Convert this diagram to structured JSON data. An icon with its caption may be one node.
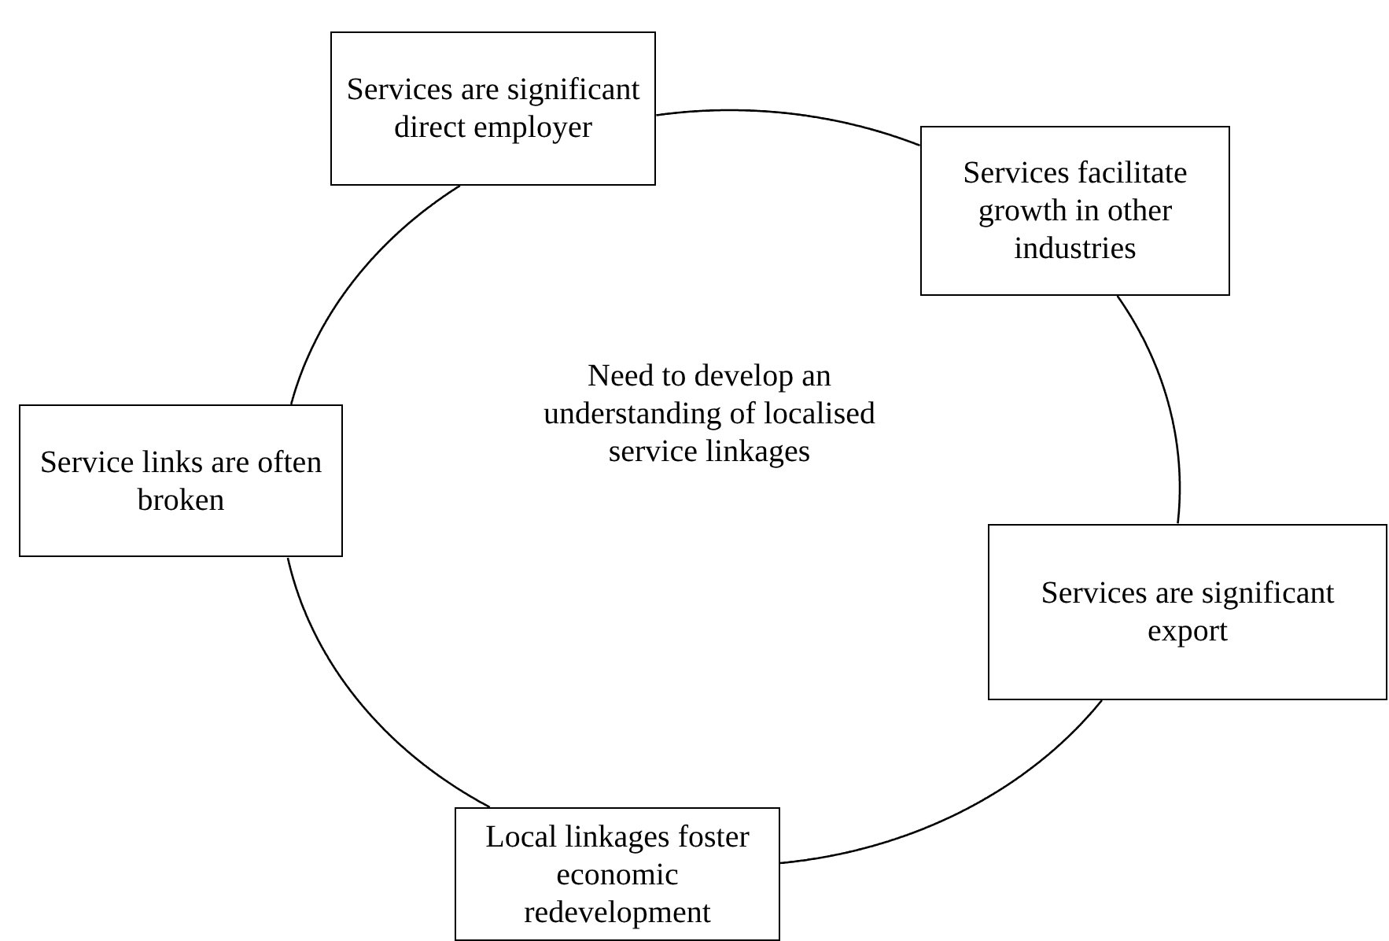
{
  "diagram": {
    "nodes": [
      {
        "text": [
          "Services are significant direct employer"
        ]
      },
      {
        "text": [
          "Services facilitate growth in other industries"
        ]
      },
      {
        "text": [
          "Service links are often broken"
        ]
      },
      {
        "text": [
          "Services are significant export"
        ]
      },
      {
        "text": [
          "Local linkages foster economic redevelopment"
        ]
      }
    ],
    "edges": [
      {
        "from": 0,
        "to": 1,
        "arrow": "none"
      },
      {
        "from": 1,
        "to": 3,
        "arrow": "none"
      },
      {
        "from": 3,
        "to": 4,
        "arrow": "none"
      },
      {
        "from": 4,
        "to": 2,
        "arrow": "none"
      },
      {
        "from": 2,
        "to": 0,
        "arrow": "none"
      }
    ],
    "labels": [
      "Need to develop an understanding of localised service linkages"
    ]
  }
}
